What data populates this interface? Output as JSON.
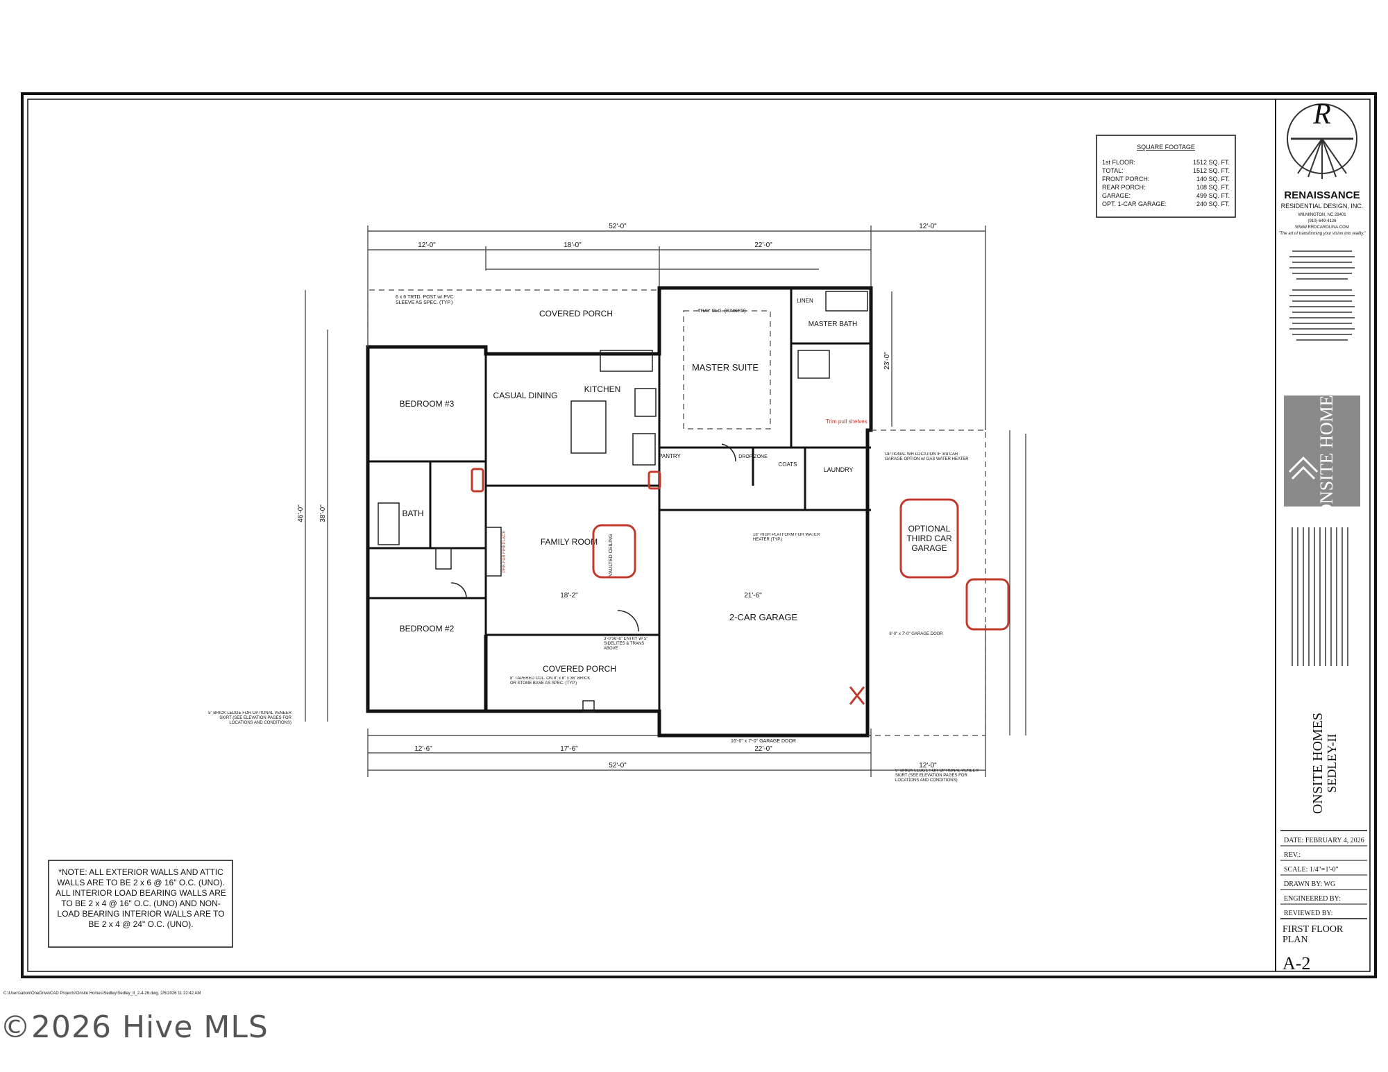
{
  "square_footage": {
    "title": "SQUARE FOOTAGE",
    "rows": [
      {
        "label": "1st FLOOR:",
        "value": "1512 SQ. FT."
      },
      {
        "label": "TOTAL:",
        "value": "1512 SQ. FT."
      },
      {
        "label": "FRONT PORCH:",
        "value": "140 SQ. FT."
      },
      {
        "label": "REAR PORCH:",
        "value": "108 SQ. FT."
      },
      {
        "label": "GARAGE:",
        "value": "499 SQ. FT."
      },
      {
        "label": "OPT. 1-CAR GARAGE:",
        "value": "240 SQ. FT."
      }
    ]
  },
  "designer": {
    "name": "RENAISSANCE",
    "subtitle": "RESIDENTIAL DESIGN, INC.",
    "city": "WILMINGTON, NC 28401",
    "phone": "(910) 649-4126",
    "web": "WWW.RRDCAROLINA.COM",
    "tagline": "\"The art of transforming your vision into reality.\""
  },
  "builder": {
    "name": "ONSITE HOMES"
  },
  "title_block": {
    "project": "ONSITE HOMES",
    "model": "SEDLEY-II",
    "date": "DATE: FEBRUARY 4, 2026",
    "rev": "REV.:",
    "scale": "SCALE: 1/4\"=1'-0\"",
    "drawn_by": "DRAWN BY: WG",
    "engineered_by": "ENGINEERED BY:",
    "reviewed_by": "REVIEWED BY:",
    "sheet_title": "FIRST FLOOR PLAN",
    "sheet_number": "A-2"
  },
  "rooms": {
    "covered_porch_rear": "COVERED PORCH",
    "bedroom3": "BEDROOM #3",
    "casual_dining": "CASUAL DINING",
    "kitchen": "KITCHEN",
    "master_suite": "MASTER SUITE",
    "master_bath": "MASTER BATH",
    "bath": "BATH",
    "family_room": "FAMILY ROOM",
    "bedroom2": "BEDROOM #2",
    "covered_porch_front": "COVERED PORCH",
    "garage": "2-CAR GARAGE",
    "optional_garage": "OPTIONAL THIRD CAR GARAGE",
    "pantry": "PANTRY",
    "coats": "COATS",
    "laundry": "LAUNDRY",
    "linen": "LINEN",
    "drop_zone": "DROP ZONE"
  },
  "dimensions": {
    "overall_top": "52'-0\"",
    "overall_bottom": "52'-0\"",
    "garage_ext_top": "12'-0\"",
    "garage_ext_bottom": "12'-0\"",
    "top_seg_1": "12'-0\"",
    "top_seg_2": "18'-0\"",
    "top_seg_3": "22'-0\"",
    "bottom_seg_1": "12'-6\"",
    "bottom_seg_2": "17'-6\"",
    "bottom_seg_3": "22'-0\"",
    "depth_left": "46'-0\"",
    "depth_inner": "38'-0\"",
    "depth_right": "23'-0\"",
    "garage_width": "21'-6\"",
    "family_width": "18'-2\"",
    "garage_door": "16'-0\" x 7'-0\" GARAGE DOOR",
    "opt_garage_door": "8'-0\" x 7'-0\" GARAGE DOOR"
  },
  "notes": {
    "post": "6 x 6 TRTD. POST w/ PVC SLEEVE AS SPEC. (TYP.)",
    "tray_ceiling": "TRAY CLG. (RAISED)",
    "vaulted": "VAULTED CEILING",
    "platform": "18\" HIGH PLATFORM FOR WATER HEATER (TYP.)",
    "opt_wh": "OPTIONAL WH LOCATION IF 3rd CAR GARAGE OPTION w/ GAS WATER HEATER",
    "column": "8\" TAPERED COL. ON 8\" x 8\" x 36\" BRICK OR STONE BASE AS SPEC. (TYP.)",
    "entry": "3'-0\"x6'-8\" ENTRY w/ 5\" SIDELITES & TRANS ABOVE",
    "brick_left": "5\" BRICK LEDGE FOR OPTIONAL VENEER SKIRT (SEE ELEVATION PAGES FOR LOCATIONS AND CONDITIONS)",
    "brick_right": "5\" BRICK LEDGE FOR OPTIONAL VENEER SKIRT (SEE ELEVATION PAGES FOR LOCATIONS AND CONDITIONS)",
    "trim": "Trim pull shelves",
    "fireplace": "PRE-FAB FIREPLACE",
    "wall_note": "*NOTE: ALL EXTERIOR WALLS AND ATTIC WALLS ARE TO BE 2 x 6 @ 16\" O.C. (UNO). ALL INTERIOR LOAD BEARING WALLS ARE TO BE 2 x 4 @ 16\" O.C. (UNO) AND NON-LOAD BEARING INTERIOR WALLS ARE TO BE 2 x 4 @ 24\" O.C. (UNO)."
  },
  "file_path": "C:\\Users\\abon\\OneDrive\\CAD Projects\\Onsite Homes\\Sedley\\Sedley_II_2-4-26.dwg, 2/5/2026 11:22:42 AM",
  "watermark": "©2026 Hive MLS",
  "colors": {
    "line": "#111111",
    "redline": "#c0392b",
    "logo_bg": "#8a8a8a"
  }
}
